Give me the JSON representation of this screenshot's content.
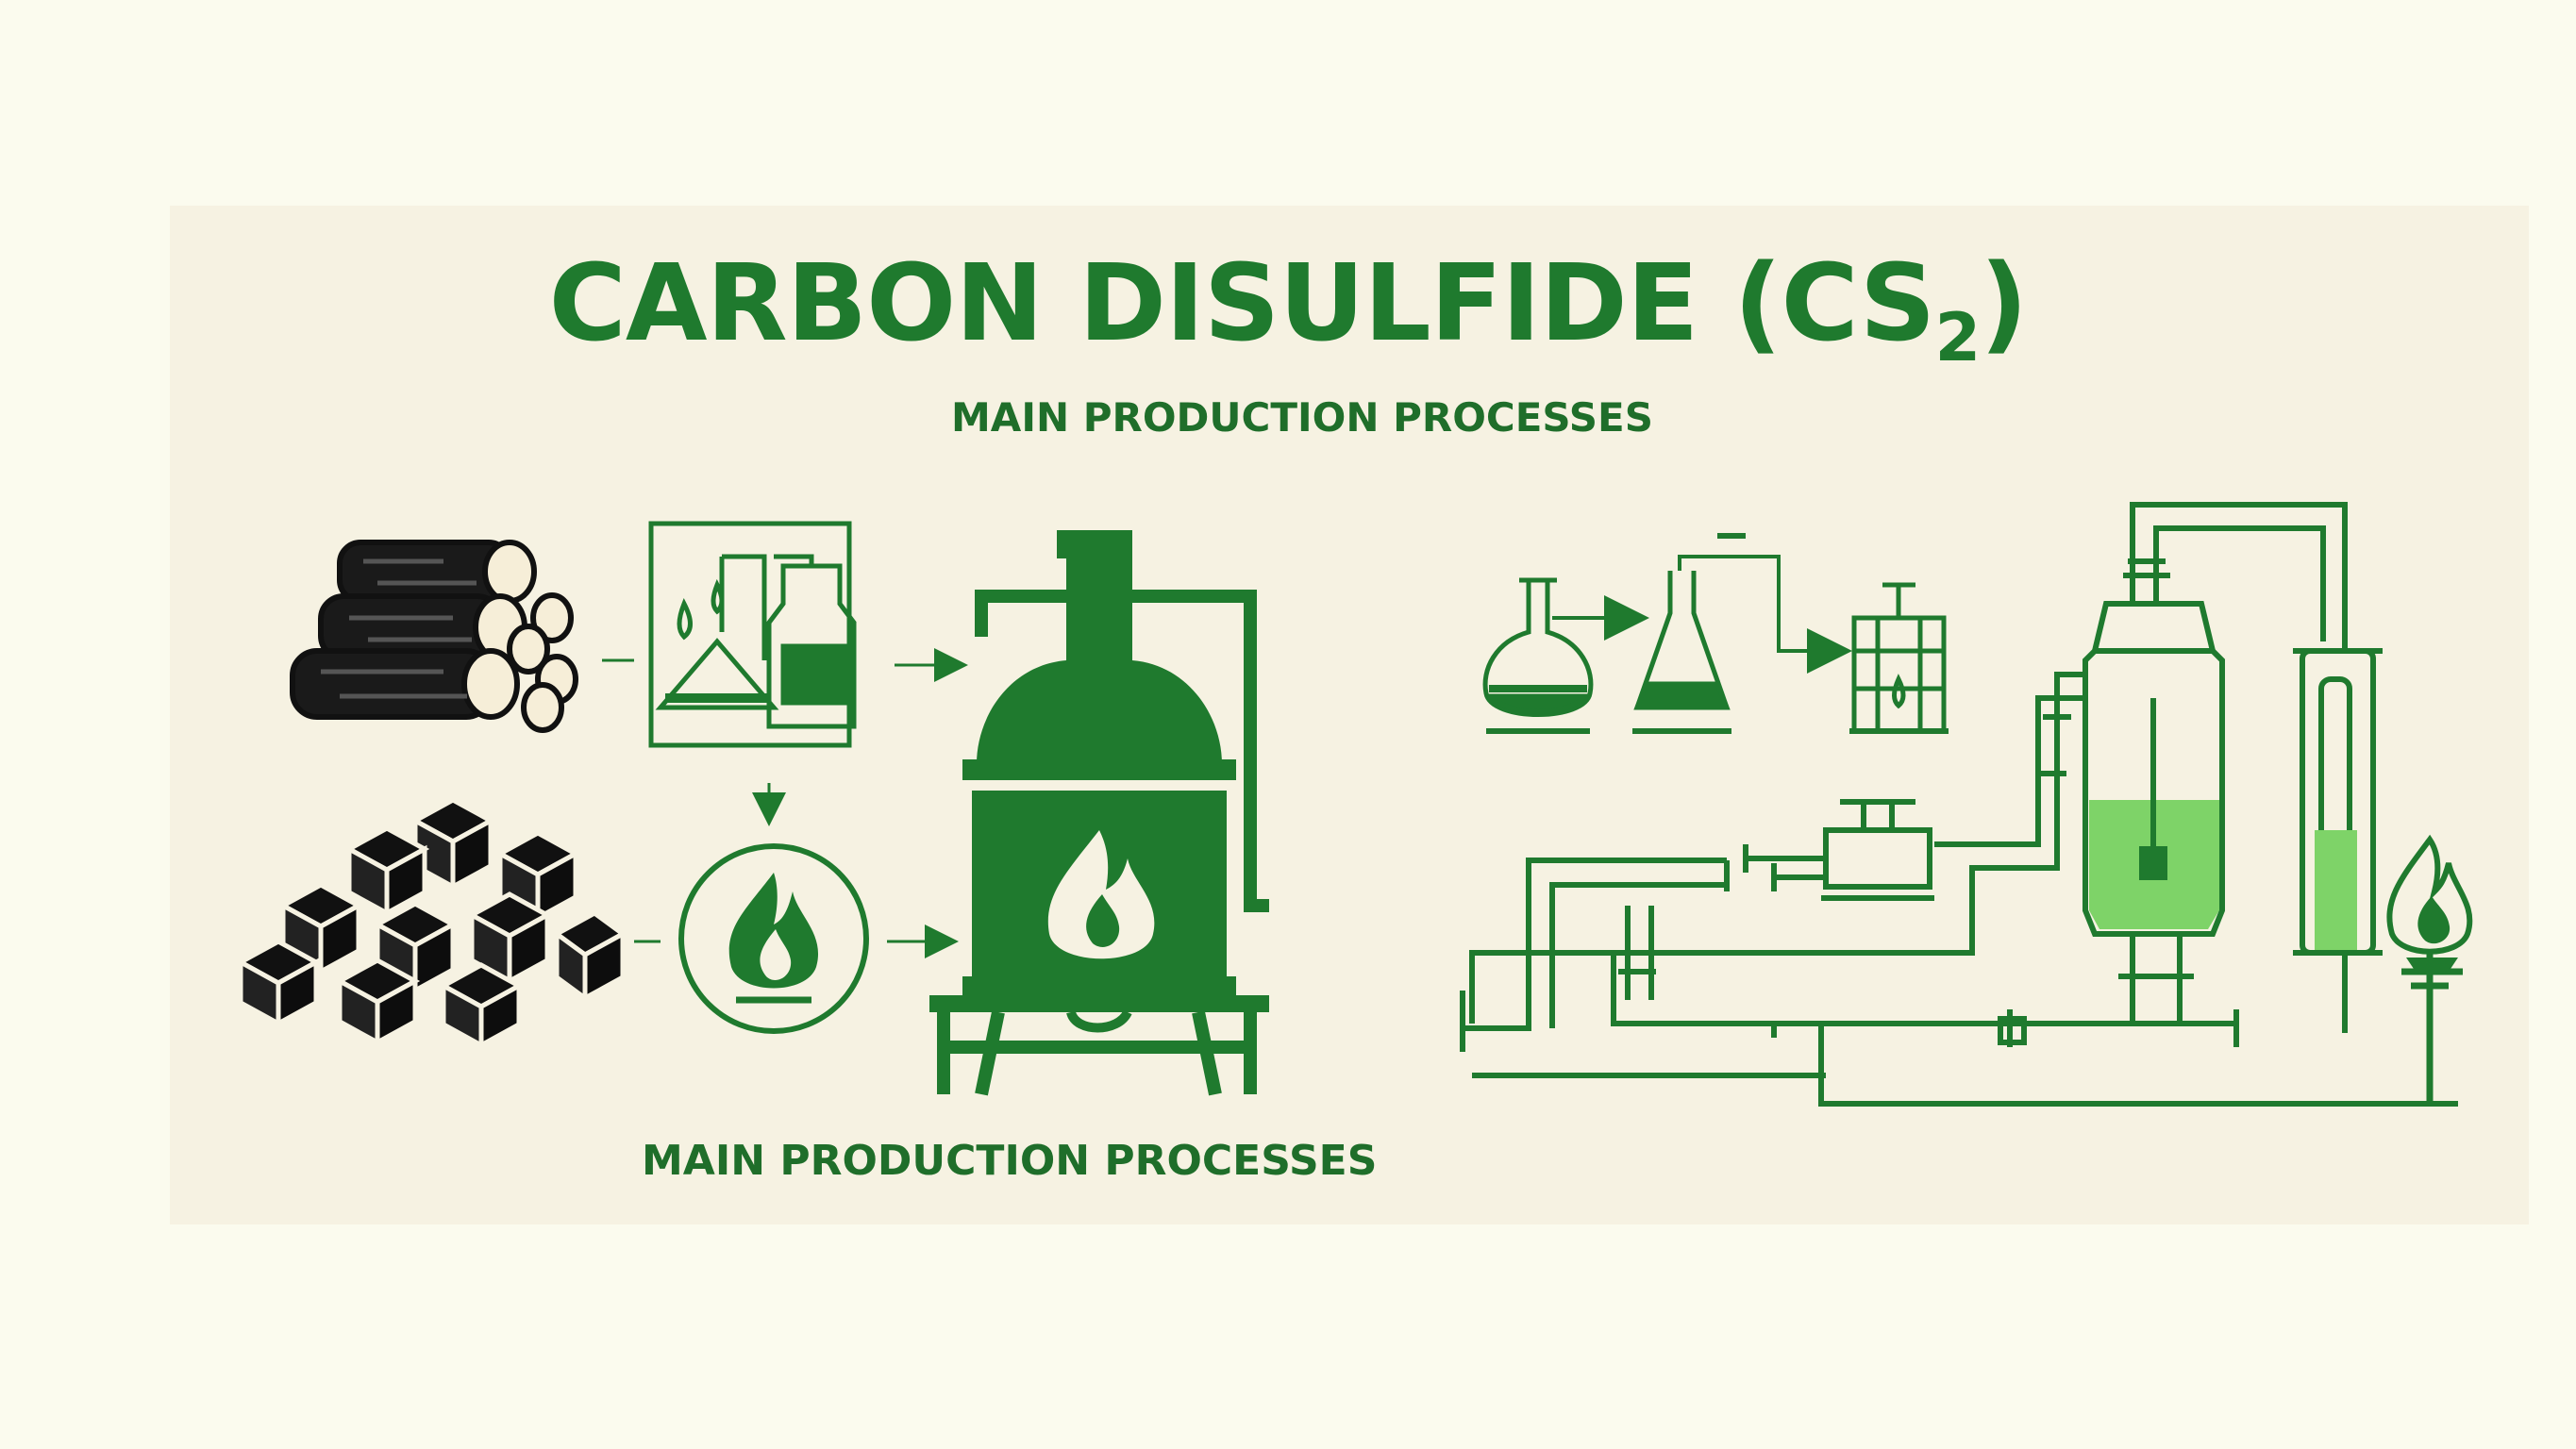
{
  "title": {
    "main": "CARBON DISULFIDE (CS",
    "subscript": "2",
    "close": ")"
  },
  "subtitle_top": "MAIN PRODUCTION PROCESSES",
  "subtitle_bottom": "MAIN PRODUCTION PROCESSES",
  "colors": {
    "accent_green": "#1f7a2e",
    "light_green": "#6ccf5a",
    "charcoal": "#111111",
    "background": "#fbfbee"
  },
  "icons": [
    "wood-logs-icon",
    "charcoal-pile-icon",
    "laboratory-glassware-icon",
    "flame-circle-icon",
    "furnace-retort-icon",
    "distillation-flasks-icon",
    "condenser-column-icon",
    "burner-flame-icon"
  ]
}
